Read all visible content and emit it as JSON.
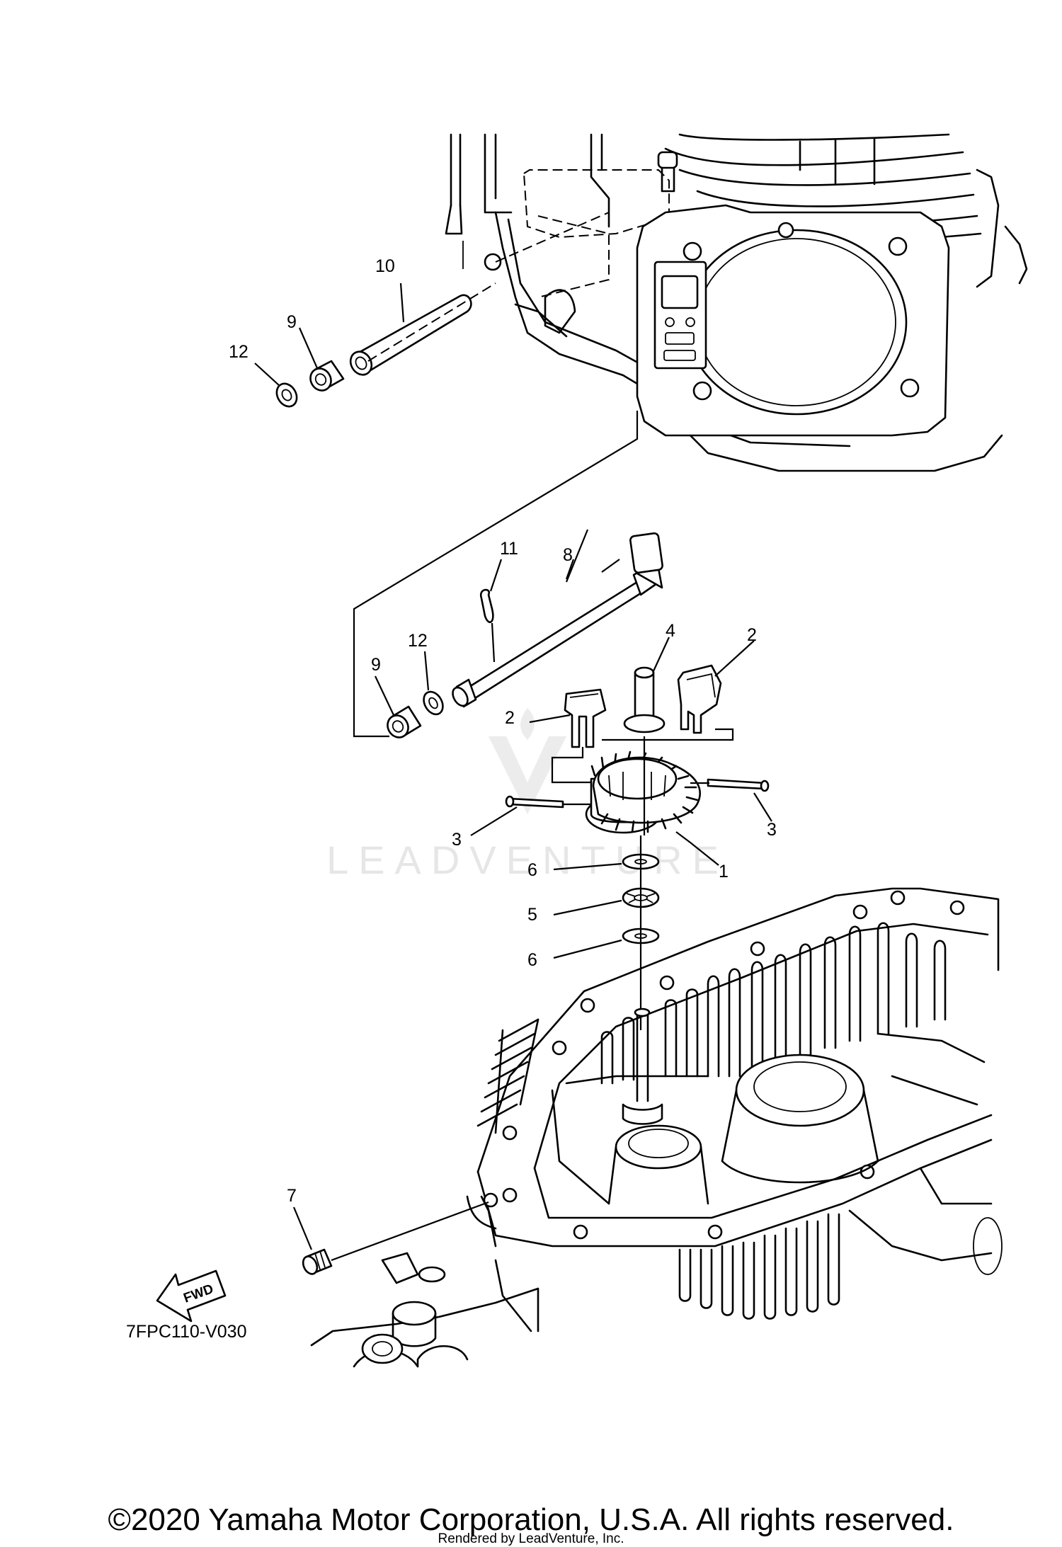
{
  "diagram": {
    "code": "7FPC110-V030",
    "watermark": "LEADVENTURE",
    "fwd_label": "FWD",
    "callouts": {
      "c1": "1",
      "c2a": "2",
      "c2b": "2",
      "c3a": "3",
      "c3b": "3",
      "c4": "4",
      "c5": "5",
      "c6a": "6",
      "c6b": "6",
      "c7": "7",
      "c8": "8",
      "c9a": "9",
      "c9b": "9",
      "c10": "10",
      "c11": "11",
      "c12a": "12",
      "c12b": "12"
    }
  },
  "footer": {
    "copyright": "©2020 Yamaha Motor Corporation, U.S.A. All rights reserved.",
    "rendered_by": "Rendered by LeadVenture, Inc."
  }
}
